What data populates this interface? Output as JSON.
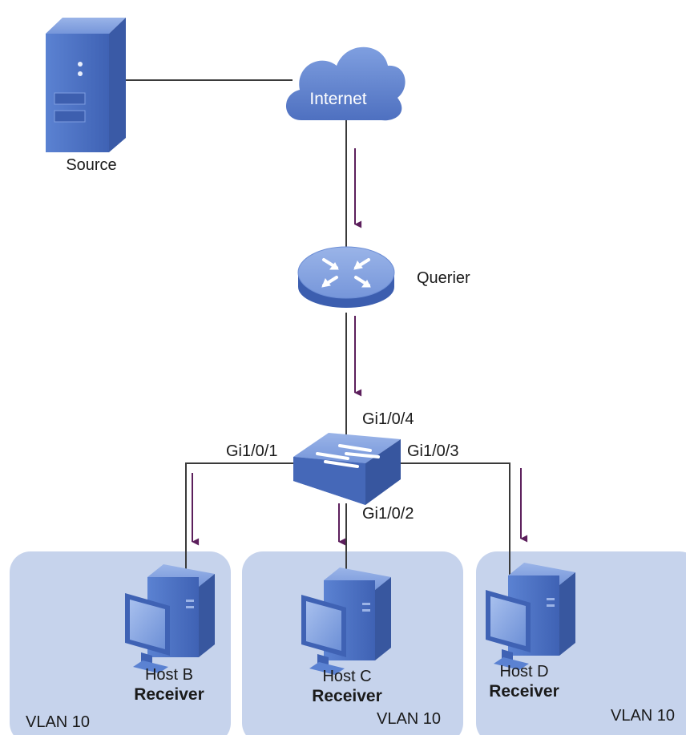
{
  "nodes": {
    "source": {
      "label": "Source"
    },
    "internet": {
      "label": "Internet"
    },
    "querier": {
      "label": "Querier"
    },
    "switch": {
      "ports": {
        "gi4": "Gi1/0/4",
        "gi1": "Gi1/0/1",
        "gi2": "Gi1/0/2",
        "gi3": "Gi1/0/3"
      }
    }
  },
  "hosts": [
    {
      "name": "Host B",
      "role": "Receiver",
      "vlan": "VLAN 10"
    },
    {
      "name": "Host C",
      "role": "Receiver",
      "vlan": "VLAN 10"
    },
    {
      "name": "Host D",
      "role": "Receiver",
      "vlan": "VLAN 10"
    }
  ],
  "colors": {
    "device_blue": "#4f72c2",
    "vlan_fill": "#c6d3ec",
    "link": "#3a3a3a",
    "arrow": "#5c1f5c"
  }
}
